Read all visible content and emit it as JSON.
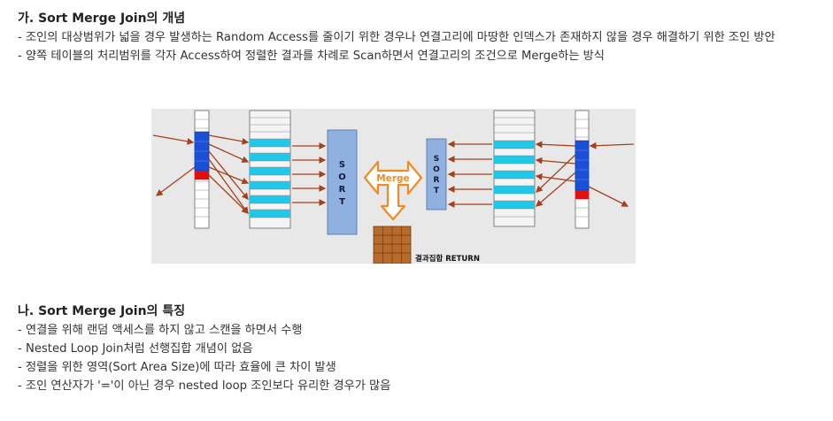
{
  "section1": {
    "heading": "가. Sort Merge Join의 개념",
    "lines": [
      "- 조인의 대상범위가 넓을 경우 발생하는 Random Access를 줄이기 위한 경우나 연결고리에 마땅한 인덱스가 존재하지 않을 경우 해결하기 위한 조인 방안",
      "- 양쪽 테이블의 처리범위를 각자 Access하여 정렬한 결과를 차례로 Scan하면서 연결고리의 조건으로 Merge하는 방식"
    ]
  },
  "figure": {
    "sort_left_letters": [
      "S",
      "O",
      "R",
      "T"
    ],
    "sort_right_letters": [
      "S",
      "O",
      "R",
      "T"
    ],
    "merge_label": "Merge",
    "result_label": "결과집합 RETURN",
    "colors": {
      "background": "#e8e8e8",
      "highlight_blue": "#1a4fd6",
      "highlight_red": "#e01010",
      "cyan_band": "#1ec8e6",
      "sort_box": "#8fb1e0",
      "arrow": "#a5401a",
      "merge_arrow": "#f08a24",
      "result_box": "#b86b2a"
    }
  },
  "section2": {
    "heading": "나. Sort Merge Join의 특징",
    "lines": [
      "- 연결을 위해 랜덤 액세스를 하지 않고 스캔을 하면서 수행",
      "- Nested Loop Join처럼 선행집합 개념이 없음",
      "- 정렬을 위한 영역(Sort Area Size)에 따라 효율에 큰 차이 발생",
      "- 조인 연산자가 '='이 아닌 경우 nested loop 조인보다 유리한 경우가 많음"
    ]
  }
}
